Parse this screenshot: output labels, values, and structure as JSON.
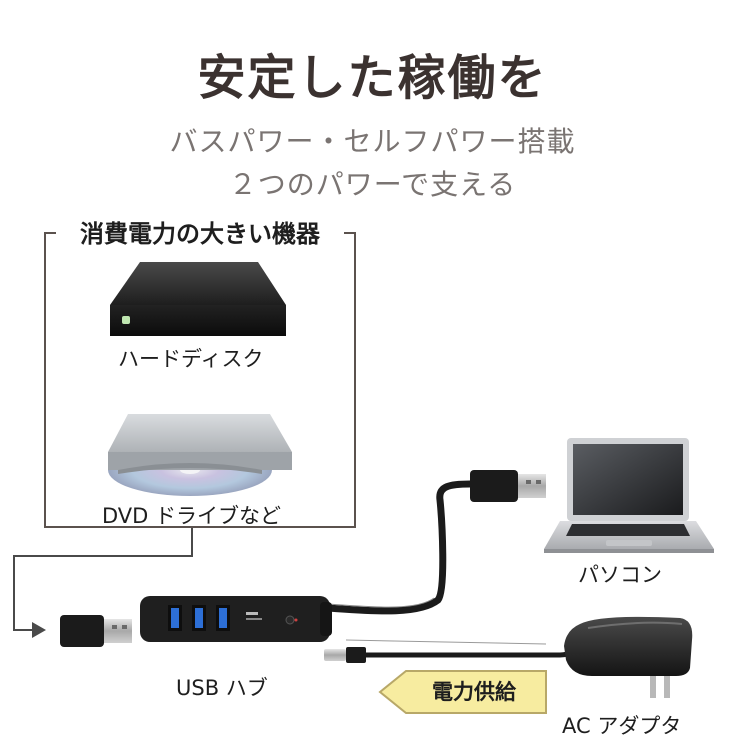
{
  "headline": {
    "title": "安定した稼働を",
    "subtitle_line1": "バスパワー・セルフパワー搭載",
    "subtitle_line2": "２つのパワーで支える"
  },
  "device_group": {
    "title": "消費電力の大きい機器",
    "items": [
      {
        "label": "ハードディスク",
        "icon": "hard-disk-icon"
      },
      {
        "label": "DVD ドライブなど",
        "icon": "dvd-drive-icon"
      }
    ]
  },
  "connections": {
    "pc_label": "パソコン",
    "hub_label": "USB ハブ",
    "adapter_label": "AC アダプタ",
    "power_supply_label": "電力供給"
  },
  "colors": {
    "title": "#3b3230",
    "subtitle": "#7a7472",
    "frame": "#5b524e",
    "arrow_fill": "#f7eca0",
    "arrow_stroke": "#b8a868",
    "usb_blue": "#2d6fd6"
  }
}
